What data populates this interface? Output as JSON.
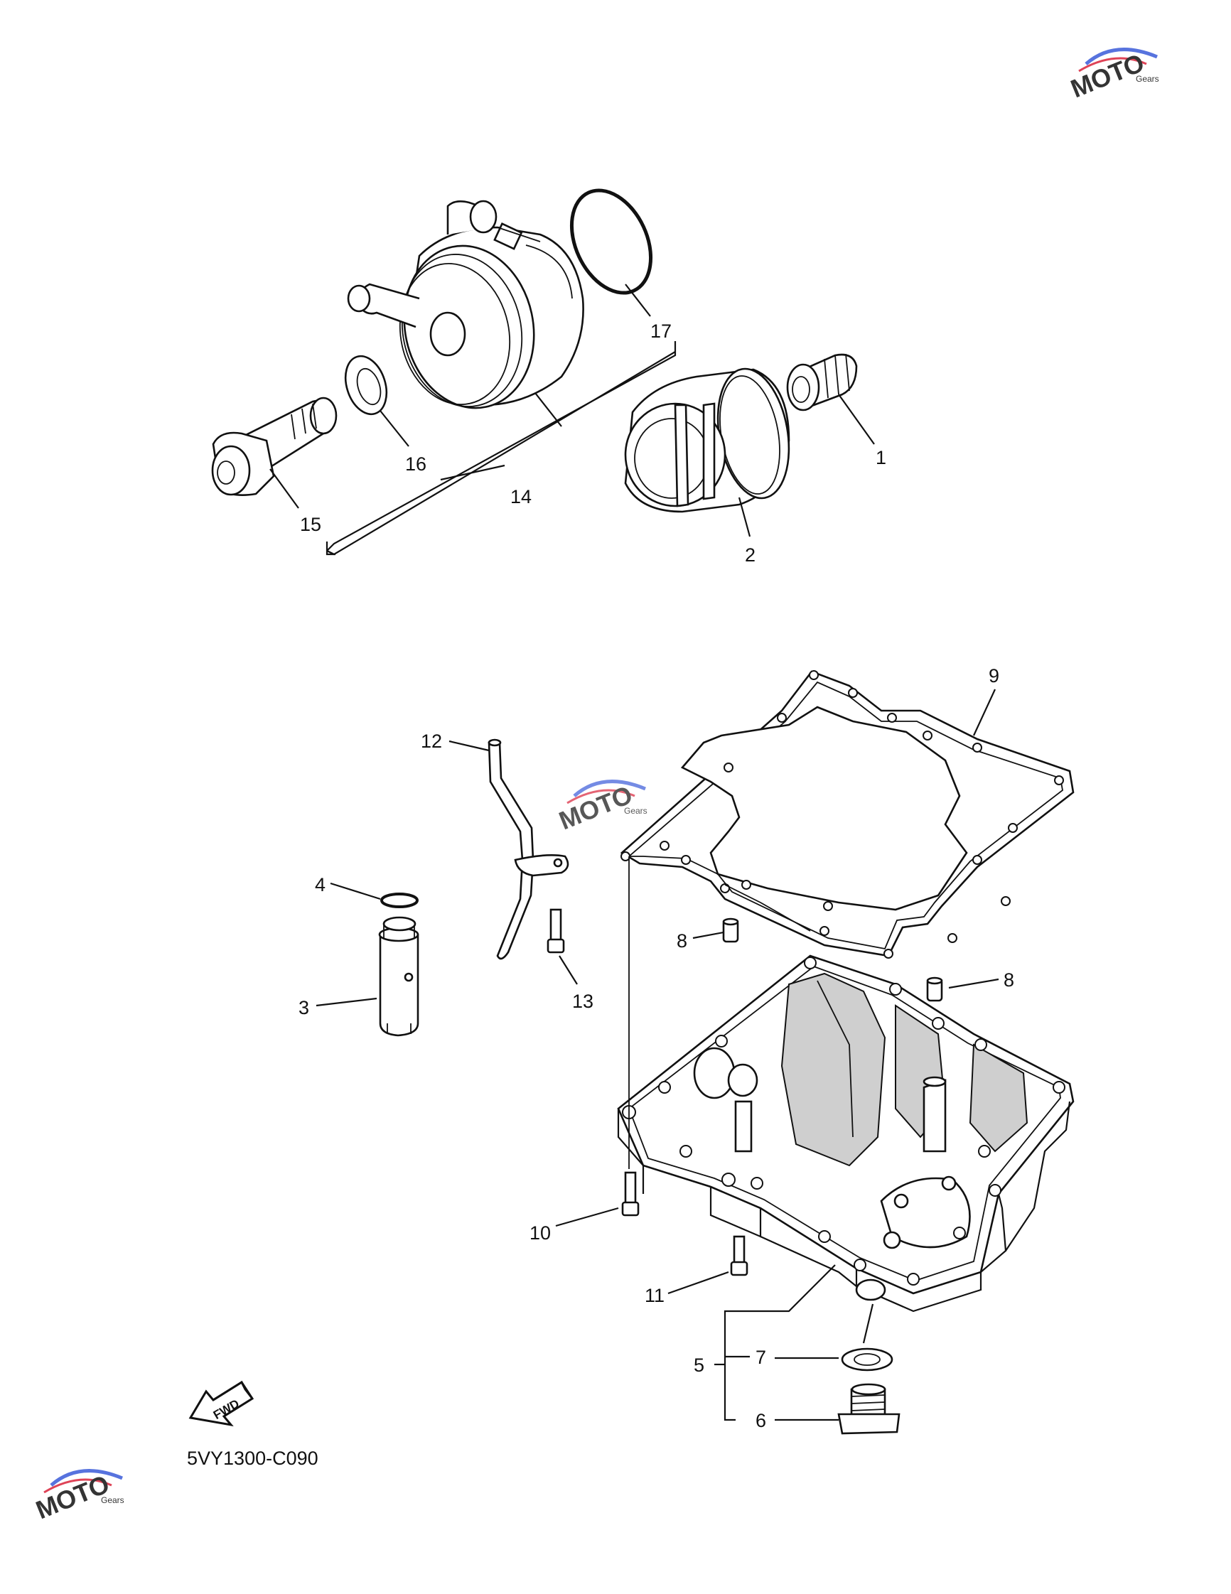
{
  "diagram": {
    "code": "5VY1300-C090",
    "fwd_label": "FWD",
    "callouts": [
      {
        "id": "c1",
        "text": "1"
      },
      {
        "id": "c2",
        "text": "2"
      },
      {
        "id": "c3",
        "text": "3"
      },
      {
        "id": "c4",
        "text": "4"
      },
      {
        "id": "c5",
        "text": "5"
      },
      {
        "id": "c6",
        "text": "6"
      },
      {
        "id": "c7",
        "text": "7"
      },
      {
        "id": "c8a",
        "text": "8"
      },
      {
        "id": "c8b",
        "text": "8"
      },
      {
        "id": "c9",
        "text": "9"
      },
      {
        "id": "c10",
        "text": "10"
      },
      {
        "id": "c11",
        "text": "11"
      },
      {
        "id": "c12",
        "text": "12"
      },
      {
        "id": "c13",
        "text": "13"
      },
      {
        "id": "c14",
        "text": "14"
      },
      {
        "id": "c15",
        "text": "15"
      },
      {
        "id": "c16",
        "text": "16"
      },
      {
        "id": "c17",
        "text": "17"
      }
    ]
  },
  "watermark": {
    "text": "MOTO",
    "subtext": "Gears",
    "colors": {
      "red": "#d9233a",
      "blue": "#3a5bd9",
      "gray": "#9a9a9a"
    }
  }
}
